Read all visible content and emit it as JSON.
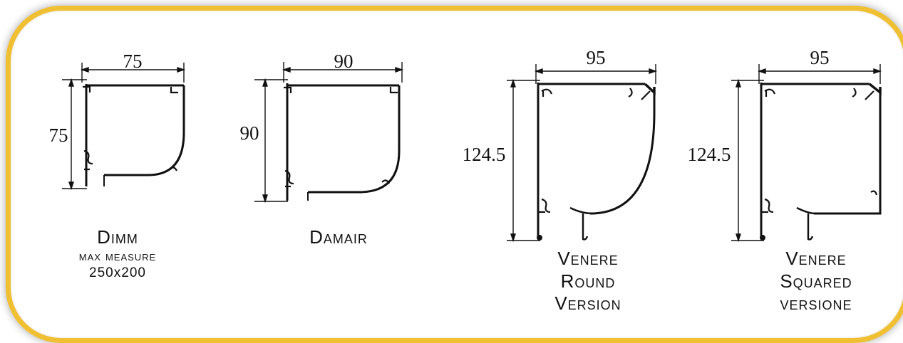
{
  "profiles": [
    {
      "name": "Dimm",
      "note": "max measure",
      "size": "250x200",
      "width": "75",
      "height": "75"
    },
    {
      "name": "Damair",
      "width": "90",
      "height": "90"
    },
    {
      "name_line1": "Venere",
      "name_line2": "Round",
      "name_line3": "Version",
      "width": "95",
      "height": "124.5"
    },
    {
      "name_line1": "Venere",
      "name_line2": "Squared",
      "name_line3": "versione",
      "width": "95",
      "height": "124.5"
    }
  ],
  "colors": {
    "frame": "#f0c032",
    "ink": "#111111"
  }
}
